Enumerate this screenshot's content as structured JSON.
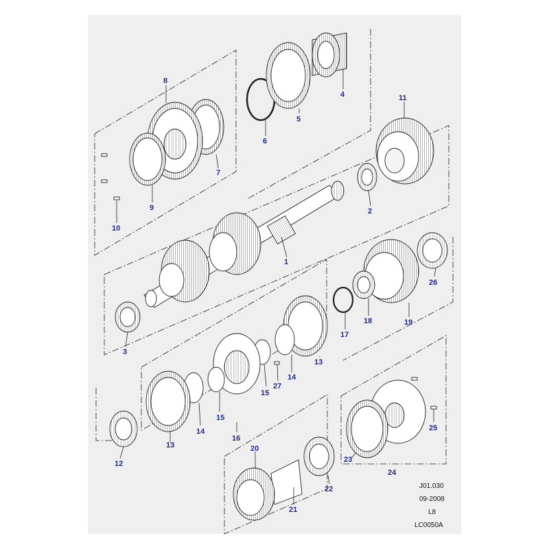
{
  "diagram": {
    "callouts": [
      {
        "id": "c1",
        "label": "1"
      },
      {
        "id": "c2",
        "label": "2"
      },
      {
        "id": "c3",
        "label": "3"
      },
      {
        "id": "c4",
        "label": "4"
      },
      {
        "id": "c5",
        "label": "5"
      },
      {
        "id": "c6",
        "label": "6"
      },
      {
        "id": "c7",
        "label": "7"
      },
      {
        "id": "c8",
        "label": "8"
      },
      {
        "id": "c9",
        "label": "9"
      },
      {
        "id": "c10",
        "label": "10"
      },
      {
        "id": "c11",
        "label": "11"
      },
      {
        "id": "c12",
        "label": "12"
      },
      {
        "id": "c13a",
        "label": "13"
      },
      {
        "id": "c13b",
        "label": "13"
      },
      {
        "id": "c14a",
        "label": "14"
      },
      {
        "id": "c14b",
        "label": "14"
      },
      {
        "id": "c15a",
        "label": "15"
      },
      {
        "id": "c15b",
        "label": "15"
      },
      {
        "id": "c16",
        "label": "16"
      },
      {
        "id": "c17",
        "label": "17"
      },
      {
        "id": "c18",
        "label": "18"
      },
      {
        "id": "c19",
        "label": "19"
      },
      {
        "id": "c20",
        "label": "20"
      },
      {
        "id": "c21",
        "label": "21"
      },
      {
        "id": "c22",
        "label": "22"
      },
      {
        "id": "c23",
        "label": "23"
      },
      {
        "id": "c24",
        "label": "24"
      },
      {
        "id": "c25",
        "label": "25"
      },
      {
        "id": "c26",
        "label": "26"
      },
      {
        "id": "c27",
        "label": "27"
      }
    ],
    "colors": {
      "callout": "#1e2a8c",
      "line": "#222222",
      "panel": "#efefef"
    }
  },
  "info": {
    "ref": "J01.030",
    "date": "09-2008",
    "model": "L8",
    "code": "LC0050A"
  }
}
